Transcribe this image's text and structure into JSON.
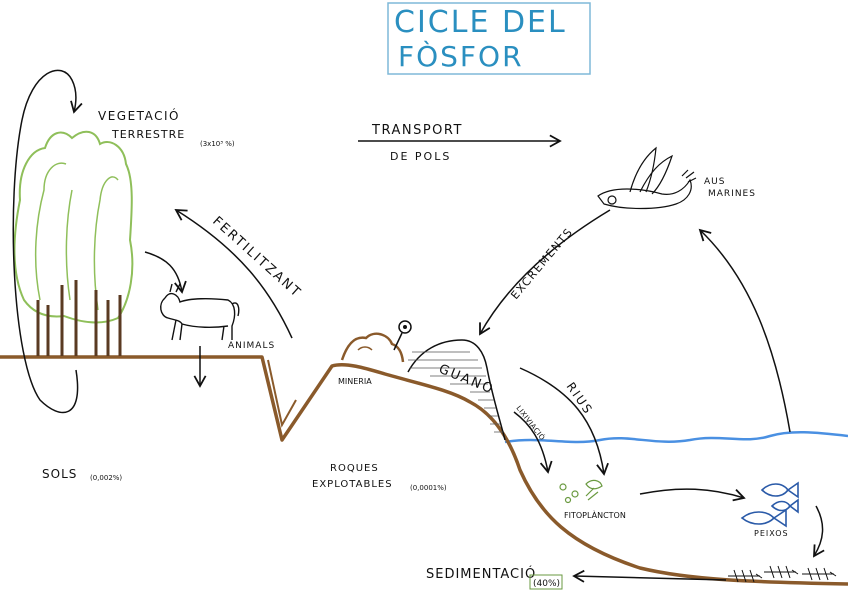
{
  "title": {
    "line1": "CICLE DEL",
    "line2": "FÒSFOR"
  },
  "labels": {
    "vegetacio_1": "VEGETACIÓ",
    "vegetacio_2": "TERRESTRE",
    "vegetacio_sub": "(3x10³ %)",
    "transport_1": "TRANSPORT",
    "transport_2": "DE POLS",
    "aus_1": "AUS",
    "aus_2": "MARINES",
    "fertilitzant": "FERTILITZANT",
    "excrements": "EXCREMENTS",
    "animals": "ANIMALS",
    "mineria": "MINERIA",
    "guano": "GUANO",
    "rius": "RIUS",
    "lixiviacio": "LIXIVIACIÓ",
    "sols": "SOLS",
    "sols_sub": "(0,002%)",
    "roques_1": "ROQUES",
    "roques_2": "EXPLOTABLES",
    "roques_sub": "(0,0001%)",
    "fitoplancton": "FITOPLÀNCTON",
    "peixos": "PEIXOS",
    "sedimentacio": "SEDIMENTACIÓ",
    "sedimentacio_sub": "(40%)"
  },
  "colors": {
    "ink": "#111111",
    "ground": "#8a5a2b",
    "water": "#4a90e2",
    "foliage": "#8fbf5a",
    "title_box": "#7fb8d8",
    "title_text": "#2a8fc0",
    "fish": "#2a5aa8",
    "plankton": "#6a9a40"
  }
}
